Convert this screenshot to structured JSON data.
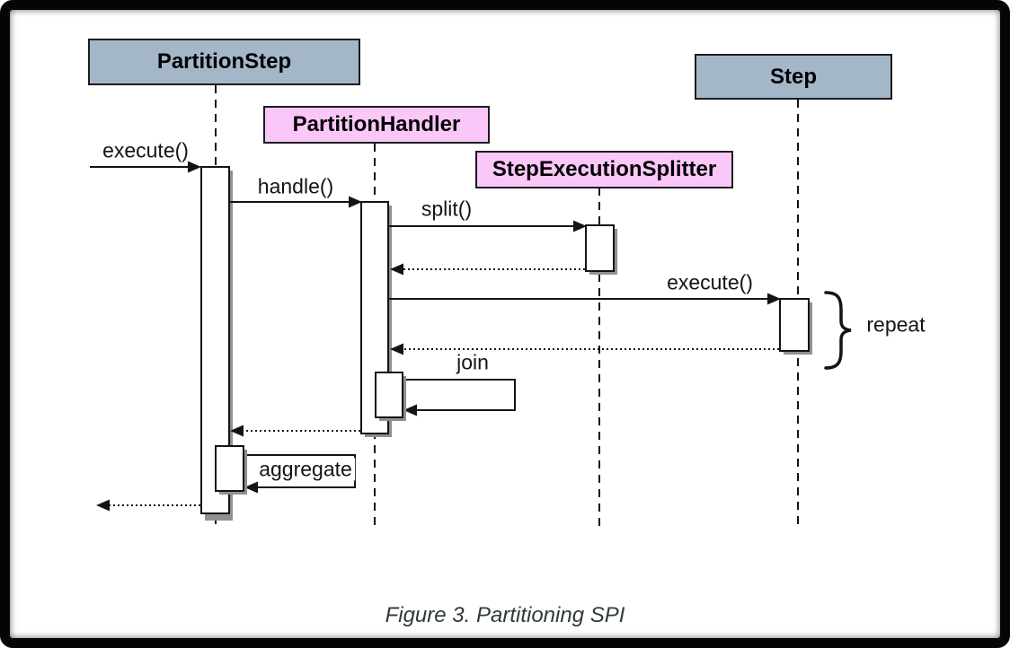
{
  "figure": {
    "caption": "Figure 3. Partitioning SPI"
  },
  "diagram": {
    "type": "uml-sequence",
    "participants": [
      {
        "name": "PartitionStep",
        "style": "blue"
      },
      {
        "name": "PartitionHandler",
        "style": "pink"
      },
      {
        "name": "StepExecutionSplitter",
        "style": "pink"
      },
      {
        "name": "Step",
        "style": "blue"
      }
    ],
    "messages": {
      "execute_found": "execute()",
      "handle": "handle()",
      "split": "split()",
      "execute_step": "execute()",
      "join": "join",
      "aggregate": "aggregate"
    },
    "annotations": {
      "repeat": "repeat"
    }
  },
  "colors": {
    "participant_blue": "#a4b7c9",
    "participant_pink": "#fbc7f9",
    "line": "#141414",
    "activation_fill": "#ffffff",
    "activation_shadow": "#909090",
    "background": "#ffffff",
    "frame": "#050505",
    "caption_text": "#2f3a39"
  }
}
